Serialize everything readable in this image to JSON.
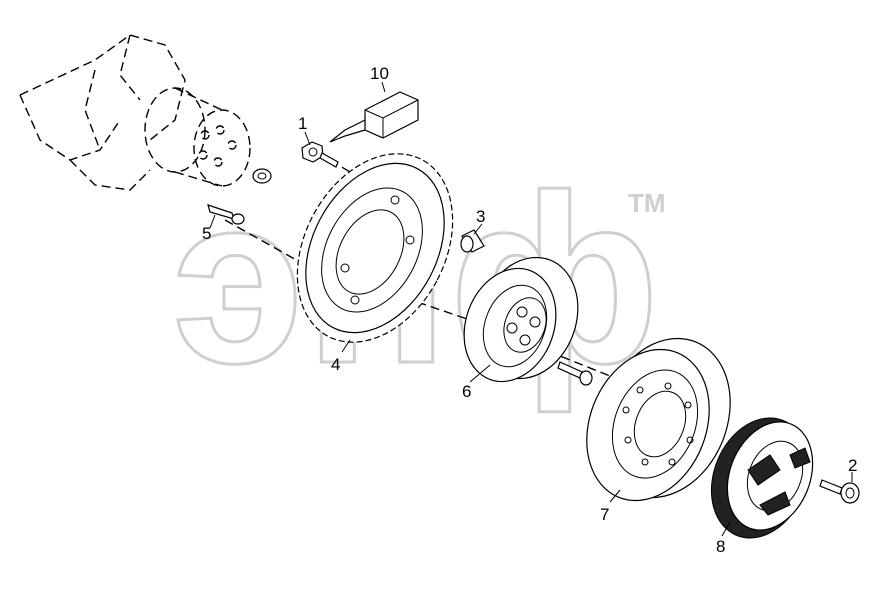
{
  "watermark": {
    "text": "эпф",
    "trademark": "TM"
  },
  "callouts": {
    "c1": "1",
    "c2": "2",
    "c3": "3",
    "c4": "4",
    "c5": "5",
    "c6": "6",
    "c7": "7",
    "c8": "8",
    "c10": "10"
  },
  "colors": {
    "line": "#000000",
    "watermark": "#cfcfcf",
    "background": "#ffffff"
  }
}
